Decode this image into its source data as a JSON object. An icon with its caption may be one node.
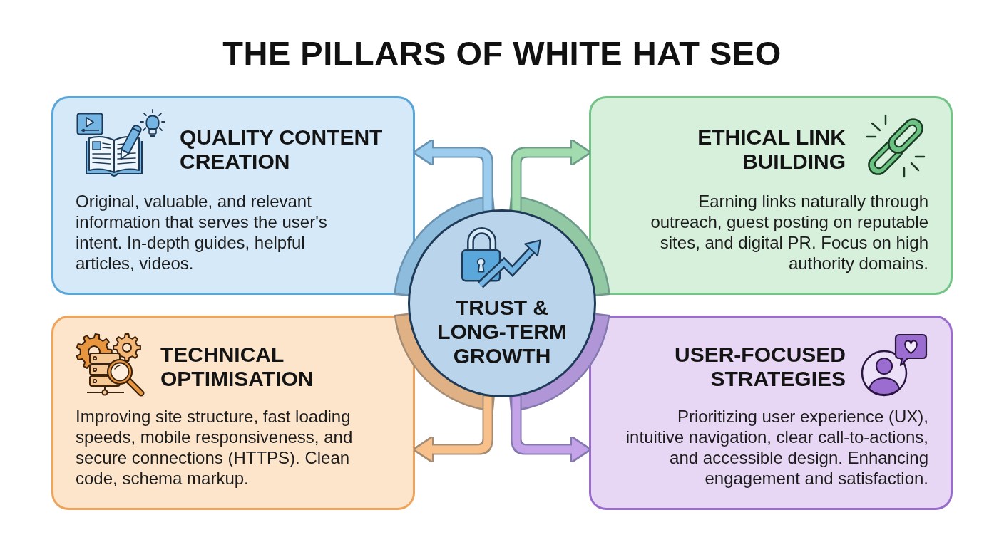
{
  "diagram": {
    "title": "THE PILLARS OF WHITE HAT SEO",
    "nodes": [
      {
        "text": [
          "QUALITY CONTENT CREATION",
          "Original, valuable, and relevant information that serves the user's intent. In-depth guides, helpful articles, videos."
        ]
      },
      {
        "text": [
          "ETHICAL LINK BUILDING",
          "Earning links naturally through outreach, guest posting on reputable sites, and digital PR. Focus on high authority domains."
        ]
      },
      {
        "text": [
          "TRUST & LONG-TERM GROWTH"
        ]
      },
      {
        "text": [
          "TECHNICAL OPTIMISATION",
          "Improving site structure, fast loading speeds, mobile responsiveness, and secure connections (HTTPS). Clean code, schema markup."
        ]
      },
      {
        "text": [
          "USER-FOCUSED STRATEGIES",
          "Prioritizing user experience (UX), intuitive navigation, clear call-to-actions, and accessible design. Enhancing engagement and satisfaction."
        ]
      }
    ],
    "edges": [
      {
        "from": 2,
        "to": 0,
        "arrow": "to",
        "color": "#9ccdee"
      },
      {
        "from": 2,
        "to": 1,
        "arrow": "to",
        "color": "#a2dbae"
      },
      {
        "from": 2,
        "to": 3,
        "arrow": "to",
        "color": "#f8c18c"
      },
      {
        "from": 2,
        "to": 4,
        "arrow": "to",
        "color": "#c4a3e8"
      }
    ]
  }
}
